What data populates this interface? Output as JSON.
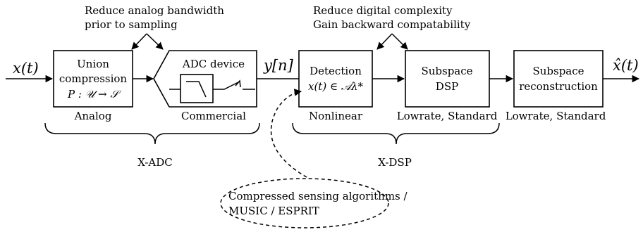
{
  "signals": {
    "input": "x(t)",
    "samples": "y[n]",
    "output": "x̂(t)"
  },
  "annotations": {
    "analog_line1": "Reduce analog bandwidth",
    "analog_line2": "prior to sampling",
    "digital_line1": "Reduce digital complexity",
    "digital_line2": "Gain backward compatability"
  },
  "blocks": {
    "union": {
      "line1": "Union",
      "line2": "compression",
      "line3": "P : 𝒰 → 𝒮",
      "caption": "Analog"
    },
    "adc": {
      "title": "ADC device",
      "caption": "Commercial"
    },
    "detection": {
      "line1": "Detection",
      "line2": "x(t) ∈ 𝒜λ*",
      "caption": "Nonlinear"
    },
    "subspace_dsp": {
      "line1": "Subspace",
      "line2": "DSP",
      "caption": "Lowrate, Standard"
    },
    "reconstruction": {
      "line1": "Subspace",
      "line2": "reconstruction",
      "caption": "Lowrate, Standard"
    }
  },
  "groups": {
    "xadc": "X-ADC",
    "xdsp": "X-DSP"
  },
  "callout": {
    "line1": "Compressed sensing algorithms /",
    "line2": "MUSIC / ESPRIT"
  }
}
